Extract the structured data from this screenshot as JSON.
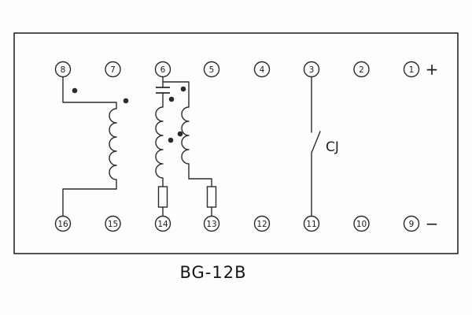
{
  "title": "BG-12B",
  "colors": {
    "line": "#2b2b2b",
    "background": "#fdfdfd"
  },
  "terminals": {
    "top": [
      "8",
      "7",
      "6",
      "5",
      "4",
      "3",
      "2",
      "1"
    ],
    "bottom": [
      "16",
      "15",
      "14",
      "13",
      "12",
      "11",
      "10",
      "9"
    ]
  },
  "polarity": {
    "positive": "+",
    "negative": "−"
  },
  "switch_label": "CJ"
}
